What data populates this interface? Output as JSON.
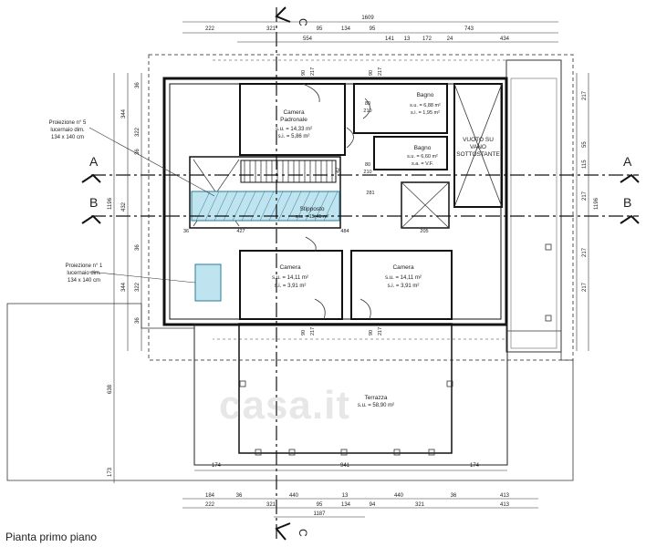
{
  "caption": "Pianta  primo piano",
  "watermark": "casa.it",
  "section_marks": {
    "a": "A",
    "b": "B",
    "c": "C"
  },
  "rooms": {
    "camera_padronale": {
      "name_1": "Camera",
      "name_2": "Padronale",
      "su": "s.u. = 14,33 m²",
      "si": "s.i. = 5,86 m²"
    },
    "bagno_1": {
      "name": "Bagno",
      "su": "s.u. = 6,88 m²",
      "si": "s.i. = 1,95 m²"
    },
    "bagno_2": {
      "name": "Bagno",
      "su": "s.u. = 6,60 m²",
      "sa": "s.a. = V.F."
    },
    "vuoto": {
      "name_1": "VUOTO SU",
      "name_2": "VANO",
      "name_3": "SOTTOSTANTE"
    },
    "stipposto": {
      "name": "Stipposto",
      "su": "s.u. = 15,41 m²"
    },
    "camera_1": {
      "name": "Camera",
      "su": "s.u. = 14,11 m²",
      "si": "s.i. = 3,91 m²"
    },
    "camera_2": {
      "name": "Camera",
      "su": "s.u. = 14,11 m²",
      "si": "s.i. = 3,91 m²"
    },
    "terrazza": {
      "name": "Terrazza",
      "su": "s.u. = 58,90 m²"
    }
  },
  "notes": {
    "proiezione_5": [
      "Proiezione n° 5",
      "lucernaio dim.",
      "134 x 140 cm"
    ],
    "proiezione_1": [
      "Proiezione n° 1",
      "lucernaio dim.",
      "134 x 140 cm"
    ]
  },
  "dims_top": {
    "total": "1609",
    "r2": [
      "222",
      "321",
      "95",
      "134",
      "95"
    ],
    "r2b": "743",
    "r3": [
      "554",
      "141",
      "13",
      "172",
      "24",
      "434"
    ]
  },
  "dims_bottom": {
    "r1": [
      "184",
      "36",
      "440",
      "13",
      "440",
      "36",
      "413"
    ],
    "r2": [
      "222",
      "321",
      "95",
      "134",
      "94",
      "321",
      "413"
    ],
    "total": "1187",
    "terr": [
      "174",
      "941",
      "174"
    ]
  },
  "dims_left": [
    "36",
    "344",
    "322",
    "36",
    "1196",
    "432",
    "36",
    "344",
    "322",
    "36",
    "638",
    "173"
  ],
  "dims_right": [
    "217",
    "55",
    "115",
    "217",
    "1196",
    "217",
    "217"
  ],
  "dims_inner": {
    "d80": "80",
    "d210": "210",
    "d217": "217",
    "d90": "90",
    "d281": "281",
    "d427": "427",
    "d484": "484",
    "d205": "205",
    "d36": "36",
    "d42": "42"
  }
}
